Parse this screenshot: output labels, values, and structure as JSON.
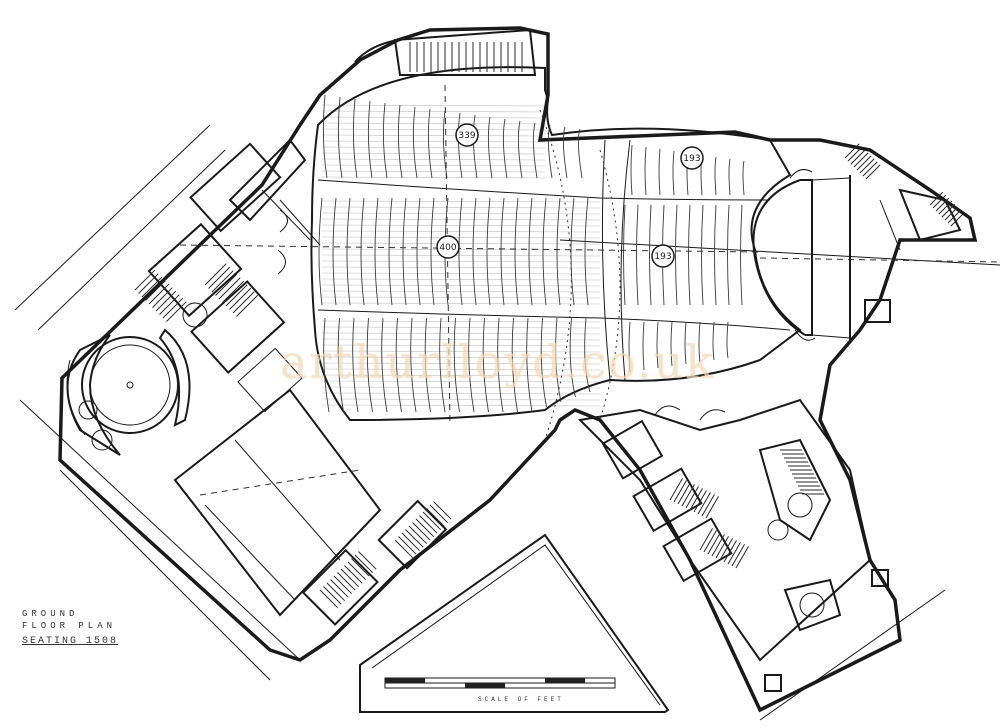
{
  "plan": {
    "legend_line1": "GROUND",
    "legend_line2": "FLOOR  PLAN",
    "seating_label": "SEATING",
    "seating_total": "1508"
  },
  "section_badges": [
    {
      "id": "rear-stalls",
      "label": "339"
    },
    {
      "id": "centre-stalls",
      "label": "400"
    },
    {
      "id": "front-right-upper",
      "label": "193"
    },
    {
      "id": "front-right-lower",
      "label": "193"
    }
  ],
  "watermark": "arthurlloyd.co.uk",
  "scale_label": "SCALE OF FEET"
}
